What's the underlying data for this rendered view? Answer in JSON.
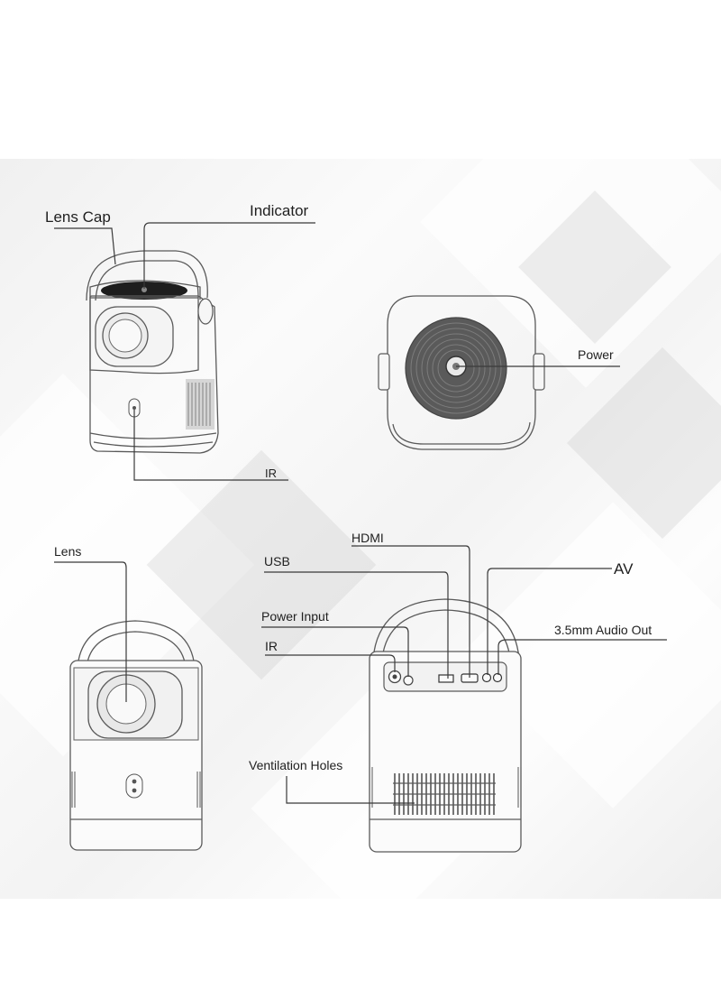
{
  "labels": {
    "lens_cap": "Lens Cap",
    "indicator": "Indicator",
    "power": "Power",
    "ir_front": "IR",
    "lens": "Lens",
    "hdmi": "HDMI",
    "usb": "USB",
    "av": "AV",
    "power_input": "Power Input",
    "audio_out": "3.5mm Audio Out",
    "ir_back": "IR",
    "ventilation_holes": "Ventilation Holes"
  },
  "colors": {
    "panel_background": "#f4f4f4",
    "outline": "#5a5a5a",
    "leader_line": "#3a3a3a",
    "speaker_grille": "#555555"
  }
}
